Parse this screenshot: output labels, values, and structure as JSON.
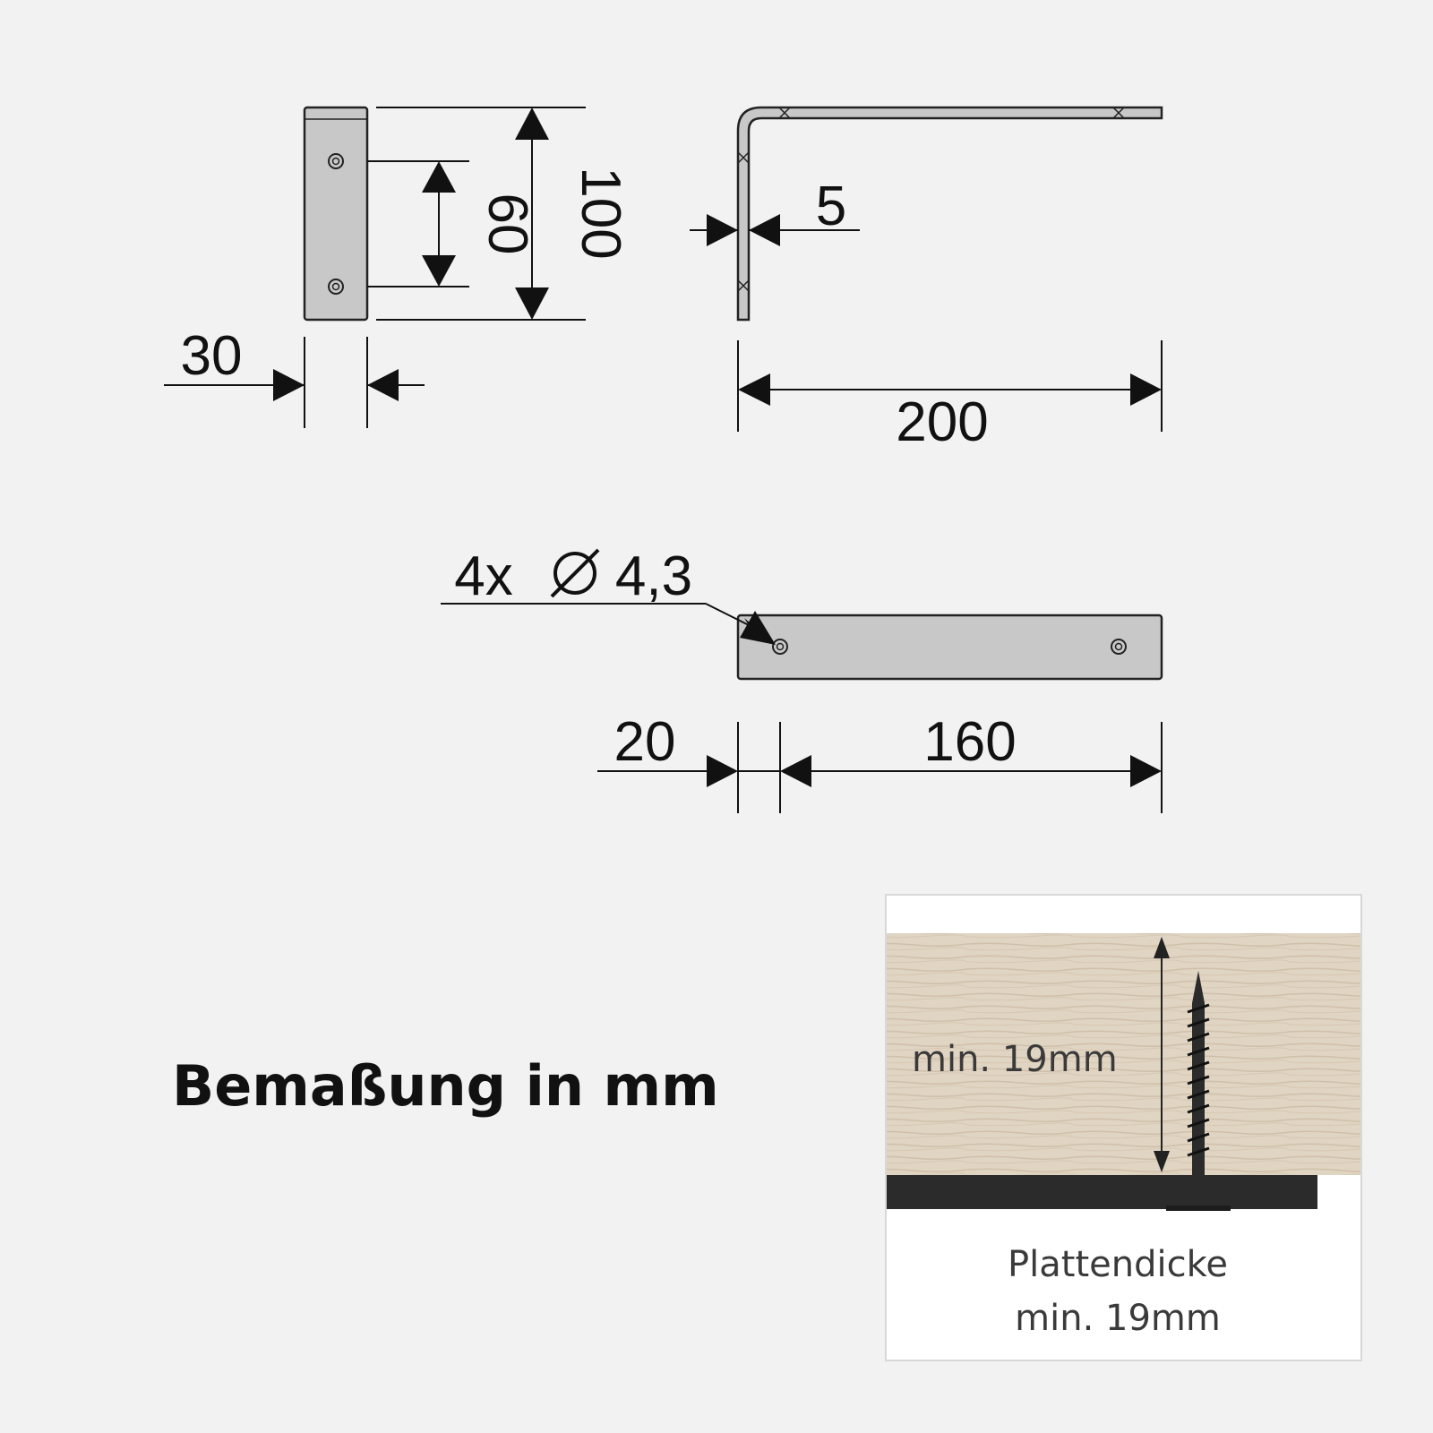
{
  "dimensions": {
    "vertical_height": "100",
    "hole_spacing_vertical": "60",
    "width": "30",
    "thickness": "5",
    "length": "200",
    "hole_count": "4x",
    "hole_diameter": "4,3",
    "edge_to_hole": "20",
    "hole_spacing_horizontal": "160"
  },
  "heading": "Bemaßung in mm",
  "inset": {
    "thickness_label": "min. 19mm",
    "caption_line1": "Plattendicke",
    "caption_line2": "min. 19mm"
  },
  "colors": {
    "background": "#f2f2f2",
    "metal": "#c8c8c8",
    "outline": "#222222",
    "wood": "#e0d4c2",
    "screw": "#2b2b2b"
  }
}
